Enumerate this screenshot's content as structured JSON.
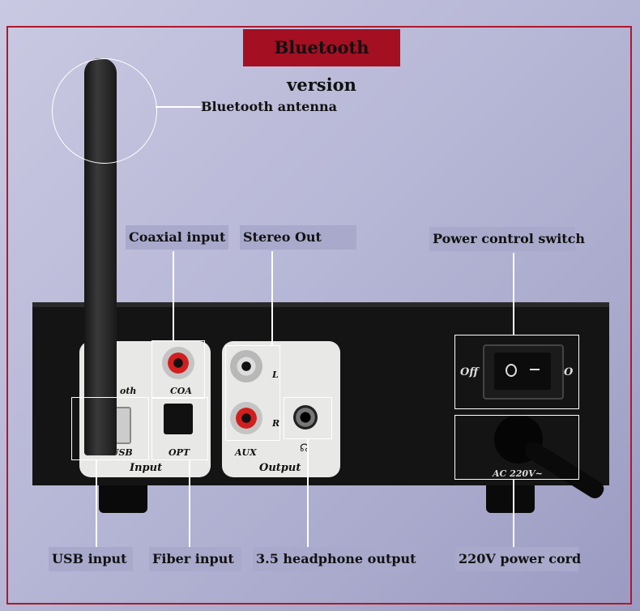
{
  "title": "Bluetooth version",
  "callouts": {
    "antenna": "Bluetooth antenna",
    "coaxial": "Coaxial input",
    "stereo": "Stereo Out",
    "power_switch": "Power control switch",
    "usb": "USB input",
    "fiber": "Fiber input",
    "headphone": "3.5 headphone output",
    "power_cord": "220V power cord"
  },
  "panel_text": {
    "coa": "COA",
    "opt": "OPT",
    "pc_usb": "PC USB",
    "input": "Input",
    "aux": "AUX",
    "output": "Output",
    "l": "L",
    "r": "R",
    "off": "Off",
    "on": "O",
    "bt_partial": "oth",
    "ac": "AC 220V~"
  },
  "colors": {
    "title_bg": "#a40f22",
    "frame": "#b0182a",
    "label_bg": "#a9a9cc"
  }
}
